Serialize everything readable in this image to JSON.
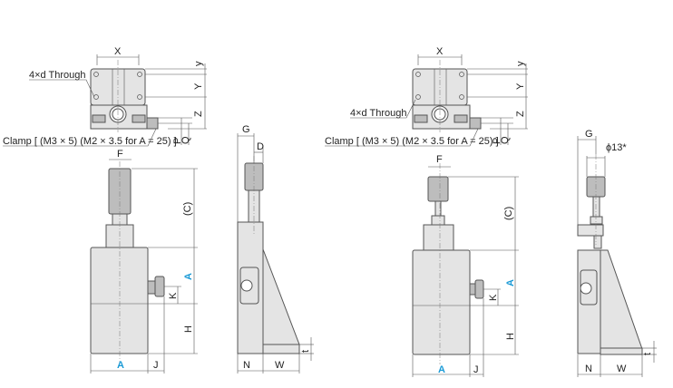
{
  "colors": {
    "accent": "#1a9ad6",
    "body": "#e4e4e4",
    "outline": "#555555"
  },
  "left": {
    "top_view": {
      "x": "X",
      "y_small": "y",
      "y": "Y",
      "z": "Z",
      "p": "P",
      "q": "Q",
      "holes": "4×d Through",
      "clamp": "Clamp [ (M3 × 5) (M2 × 3.5 for A = 25) ]"
    },
    "front_view": {
      "f": "F",
      "c": "(C)",
      "a_side": "A",
      "k": "K",
      "h": "H",
      "a_bottom": "A",
      "j": "J"
    },
    "side_view": {
      "g": "G",
      "d": "D",
      "n": "N",
      "w": "W",
      "t": "t"
    }
  },
  "right": {
    "top_view": {
      "x": "X",
      "y_small": "y",
      "y": "Y",
      "z": "Z",
      "p": "P",
      "q": "Q",
      "holes": "4×d Through",
      "clamp": "Clamp [ (M3 × 5) (M2 × 3.5 for A = 25) ]"
    },
    "front_view": {
      "f": "F",
      "c": "(C)",
      "a_side": "A",
      "k": "K",
      "h": "H",
      "a_bottom": "A",
      "j": "J"
    },
    "side_view": {
      "g": "G",
      "phi": "ϕ13*",
      "n": "N",
      "w": "W",
      "t": "t"
    }
  }
}
